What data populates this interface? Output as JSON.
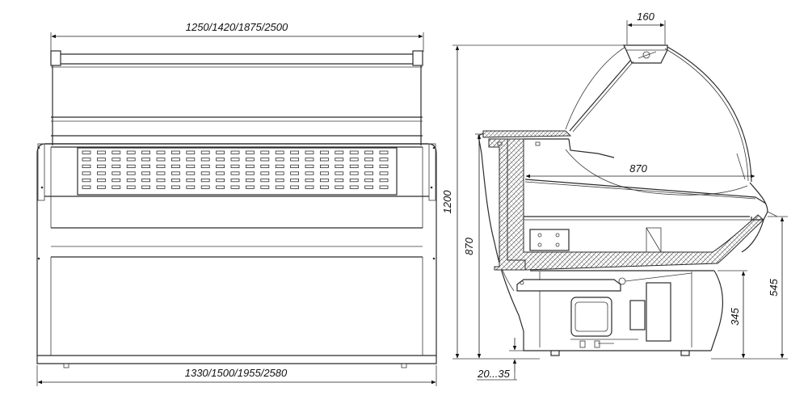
{
  "front_view": {
    "top_width_label": "1250/1420/1875/2500",
    "bottom_width_label": "1330/1500/1955/2580"
  },
  "side_view": {
    "lamp_width_label": "160",
    "depth_label": "870",
    "total_height_label": "1200",
    "counter_height_label": "870",
    "front_height_label": "545",
    "base_height_label": "345",
    "leg_adjust_label": "20...35"
  }
}
